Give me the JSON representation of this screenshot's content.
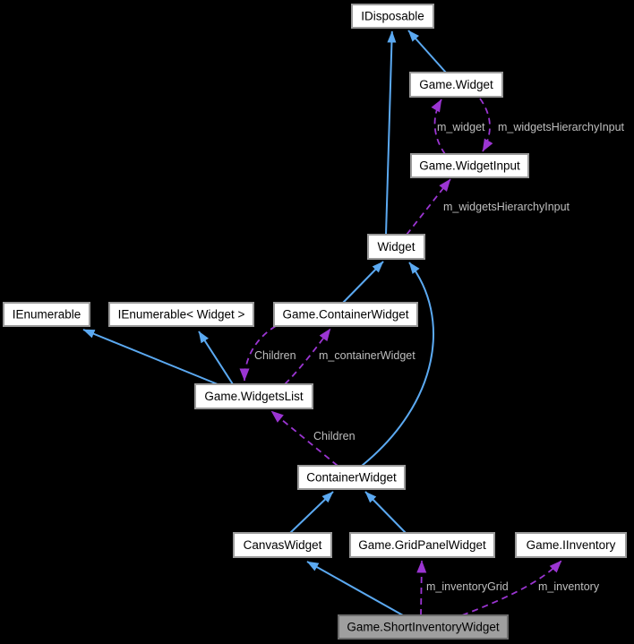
{
  "diagram_type": "class-collaboration-diagram",
  "nodes": {
    "idisposable": {
      "label": "IDisposable",
      "highlighted": false
    },
    "game_widget": {
      "label": "Game.Widget",
      "highlighted": false
    },
    "game_widget_input": {
      "label": "Game.WidgetInput",
      "highlighted": false
    },
    "widget": {
      "label": "Widget",
      "highlighted": false
    },
    "ienumerable": {
      "label": "IEnumerable",
      "highlighted": false
    },
    "ienumerable_widget": {
      "label": "IEnumerable< Widget >",
      "highlighted": false
    },
    "game_container_widget": {
      "label": "Game.ContainerWidget",
      "highlighted": false
    },
    "game_widgets_list": {
      "label": "Game.WidgetsList",
      "highlighted": false
    },
    "container_widget": {
      "label": "ContainerWidget",
      "highlighted": false
    },
    "canvas_widget": {
      "label": "CanvasWidget",
      "highlighted": false
    },
    "game_grid_panel_widget": {
      "label": "Game.GridPanelWidget",
      "highlighted": false
    },
    "game_iinventory": {
      "label": "Game.IInventory",
      "highlighted": false
    },
    "game_short_inventory_widget": {
      "label": "Game.ShortInventoryWidget",
      "highlighted": true
    }
  },
  "edge_labels": {
    "m_widget": "m_widget",
    "widgets_hierarchy_input_upper": "m_widgetsHierarchyInput",
    "widgets_hierarchy_input_lower": "m_widgetsHierarchyInput",
    "children_upper": "Children",
    "m_container_widget": "m_containerWidget",
    "children_lower": "Children",
    "m_inventory_grid": "m_inventoryGrid",
    "m_inventory": "m_inventory"
  },
  "colors": {
    "background": "#000000",
    "inheritance_edge": "#5ba9f1",
    "usage_edge": "#9b35d2",
    "node_fill": "#ffffff",
    "node_border": "#9a9a9a",
    "node_text": "#000000",
    "highlight_fill": "#9f9f9f",
    "highlight_border": "#6d6d6d",
    "edge_label_text": "#bfbfbf"
  }
}
